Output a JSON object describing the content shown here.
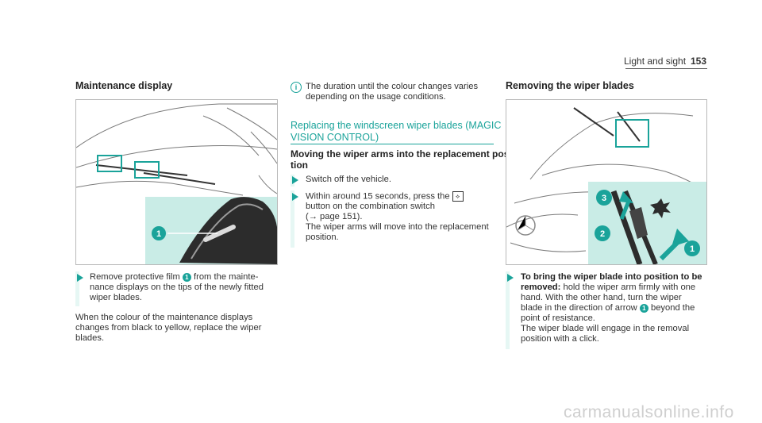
{
  "header": {
    "section": "Light and sight",
    "page": "153"
  },
  "left": {
    "title": "Maintenance display",
    "step1": {
      "a": "Remove protective film",
      "num": "1",
      "b": "from the mainte-",
      "c": "nance displays on the tips of the newly fitted",
      "d": "wiper blades."
    },
    "para": [
      "When the colour of the maintenance displays",
      "changes from black to yellow, replace the wiper",
      "blades."
    ],
    "callout": "1"
  },
  "middle": {
    "note": [
      "The duration until the colour changes varies",
      "depending on the usage conditions."
    ],
    "teal_heading": [
      "Replacing the windscreen wiper blades (MAGIC",
      "VISION CONTROL)"
    ],
    "sub_heading": [
      "Moving the wiper arms into the replacement posi-",
      "tion"
    ],
    "step1": "Switch off the vehicle.",
    "step2": {
      "a": "Within around 15 seconds, press the",
      "b": "button on the combination switch",
      "c": "(→ page 151).",
      "d": "The wiper arms will move into the replacement",
      "e": "position."
    }
  },
  "right": {
    "title": "Removing the wiper blades",
    "callouts": [
      "3",
      "2",
      "1"
    ],
    "step": {
      "bold1": "To bring the wiper blade into position to be",
      "bold2": "removed:",
      "t1": "hold the wiper arm firmly with one",
      "t2": "hand. With the other hand, turn the wiper",
      "t3a": "blade in the direction of arrow",
      "num": "1",
      "t3b": "beyond the",
      "t4": "point of resistance.",
      "t5": "The wiper blade will engage in the removal",
      "t6": "position with a click."
    }
  },
  "watermark": "carmanualsonline.info",
  "colors": {
    "accent": "#1aa39a",
    "tint": "#e6f7f4"
  }
}
